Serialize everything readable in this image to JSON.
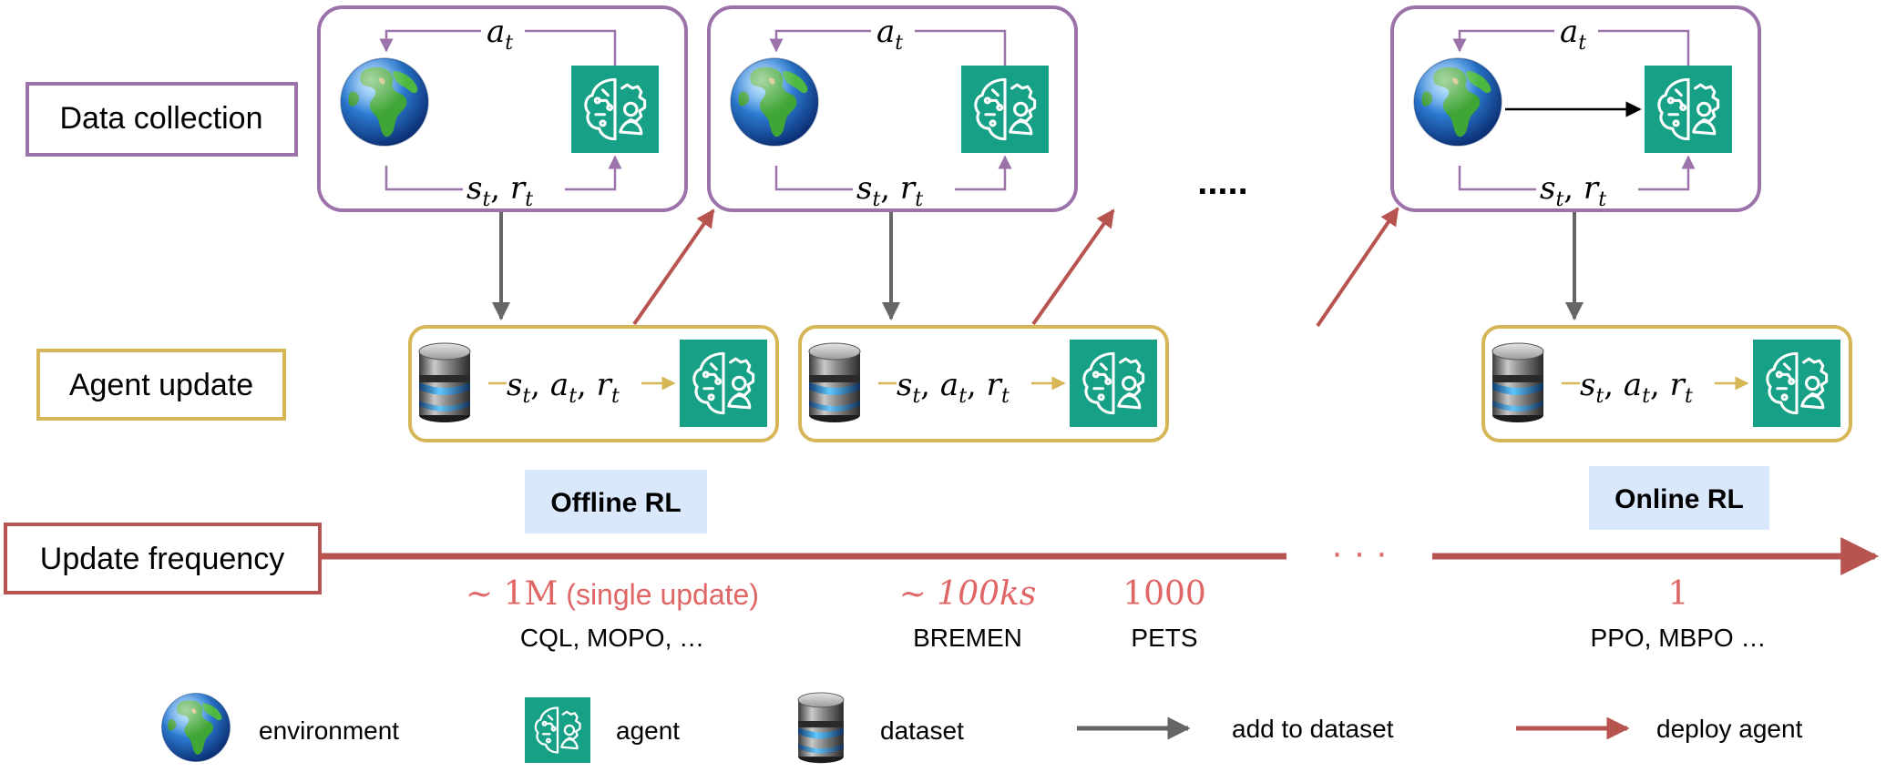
{
  "rows": {
    "data_collection": "Data collection",
    "agent_update": "Agent update",
    "update_frequency": "Update frequency"
  },
  "loop_labels": {
    "action": "a",
    "action_sub": "t",
    "state": "s",
    "state_sub": "t",
    "sep": ", ",
    "reward": "r",
    "reward_sub": "t"
  },
  "ellipsis_top": ".....",
  "ellipsis_timeline": "· · ·",
  "badges": {
    "offline": "Offline RL",
    "online": "Online RL"
  },
  "frequencies": [
    {
      "tilde": "∼ ",
      "value": "1M",
      "note": " (single update)",
      "methods": "CQL, MOPO, …"
    },
    {
      "tilde": "∼ ",
      "value": "100ks",
      "note": "",
      "methods": "BREMEN"
    },
    {
      "tilde": "",
      "value": "1000",
      "note": "",
      "methods": "PETS"
    },
    {
      "tilde": "",
      "value": "1",
      "note": "",
      "methods": "PPO, MBPO …"
    }
  ],
  "legend": {
    "environment": "environment",
    "agent": "agent",
    "dataset": "dataset",
    "add_to_dataset": "add to dataset",
    "deploy_agent": "deploy agent"
  },
  "colors": {
    "purple": "#9b72aa",
    "gold": "#d6b656",
    "red": "#b85450",
    "red_text": "#e06666",
    "gray_arrow": "#666666",
    "agent_green": "#16a085",
    "badge_bg": "#dae8fc"
  },
  "icons": [
    "globe-icon",
    "agent-icon",
    "database-icon"
  ]
}
